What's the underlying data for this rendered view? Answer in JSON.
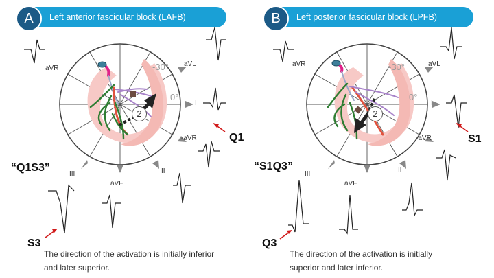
{
  "panels": [
    {
      "badge": "A",
      "title": "Left anterior fascicular block (LAFB)",
      "leads": {
        "avr": "aVR",
        "avl": "aVL",
        "i": "I",
        "neg_avr": "-aVR",
        "ii": "II",
        "avf": "aVF",
        "iii": "III"
      },
      "degrees": {
        "minus30": "-30°",
        "zero": "0°"
      },
      "ring_number": "2",
      "callouts": {
        "upper": "Q1",
        "lower": "S3"
      },
      "pattern": "“Q1S3”",
      "description": "The direction of the activation is initially inferior and later superior."
    },
    {
      "badge": "B",
      "title": "Left posterior fascicular block (LPFB)",
      "leads": {
        "avr": "aVR",
        "avl": "aVL",
        "i": "I",
        "neg_avr": "-aVR",
        "ii": "II",
        "avf": "aVF",
        "iii": "III"
      },
      "degrees": {
        "minus30": "-30°",
        "zero": "0°"
      },
      "ring_number": "2",
      "callouts": {
        "upper": "S1",
        "lower": "Q3"
      },
      "pattern": "“S1Q3”",
      "description": "The direction of the activation is initially superior and later inferior."
    }
  ],
  "colors": {
    "header_bg": "#1aa0d6",
    "badge_bg": "#1c5a86",
    "heart_pink": "#f7c9c6",
    "purkinje_green": "#2e7d32",
    "bundle_red": "#e0533f",
    "fascicle_purple": "#a883c9",
    "his_magenta": "#e0218a",
    "arrow_red": "#d11a1a"
  }
}
